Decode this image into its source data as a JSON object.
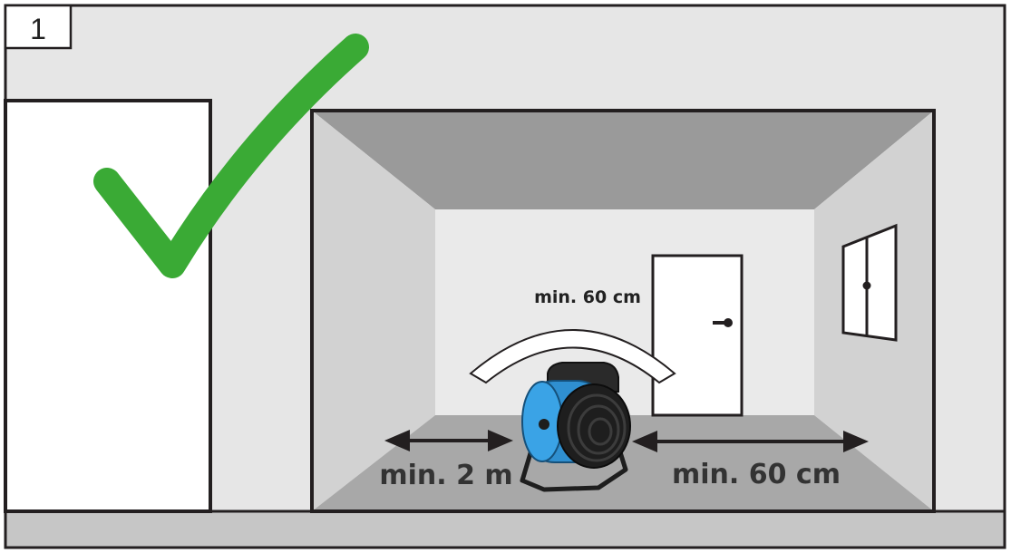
{
  "figure_number": "1",
  "labels": {
    "heater_to_side_wall": "min. 2 m",
    "heater_to_door_side": "min. 60 cm",
    "heater_above_clearance": "min. 60 cm"
  },
  "icons": {
    "status": "green-checkmark-icon",
    "device": "fan-heater-icon"
  },
  "colors": {
    "outer_wall": "#e6e6e6",
    "floor_strip": "#c6c6c6",
    "ceiling": "#9a9a9a",
    "room_floor": "#a8a8a8",
    "side_walls": "#d2d2d2",
    "back_wall": "#eaeaea",
    "outline": "#231f20",
    "checkmark": "#3aaa35",
    "heater_body": "#2f8fd0",
    "heater_dark": "#1e1e1e"
  }
}
